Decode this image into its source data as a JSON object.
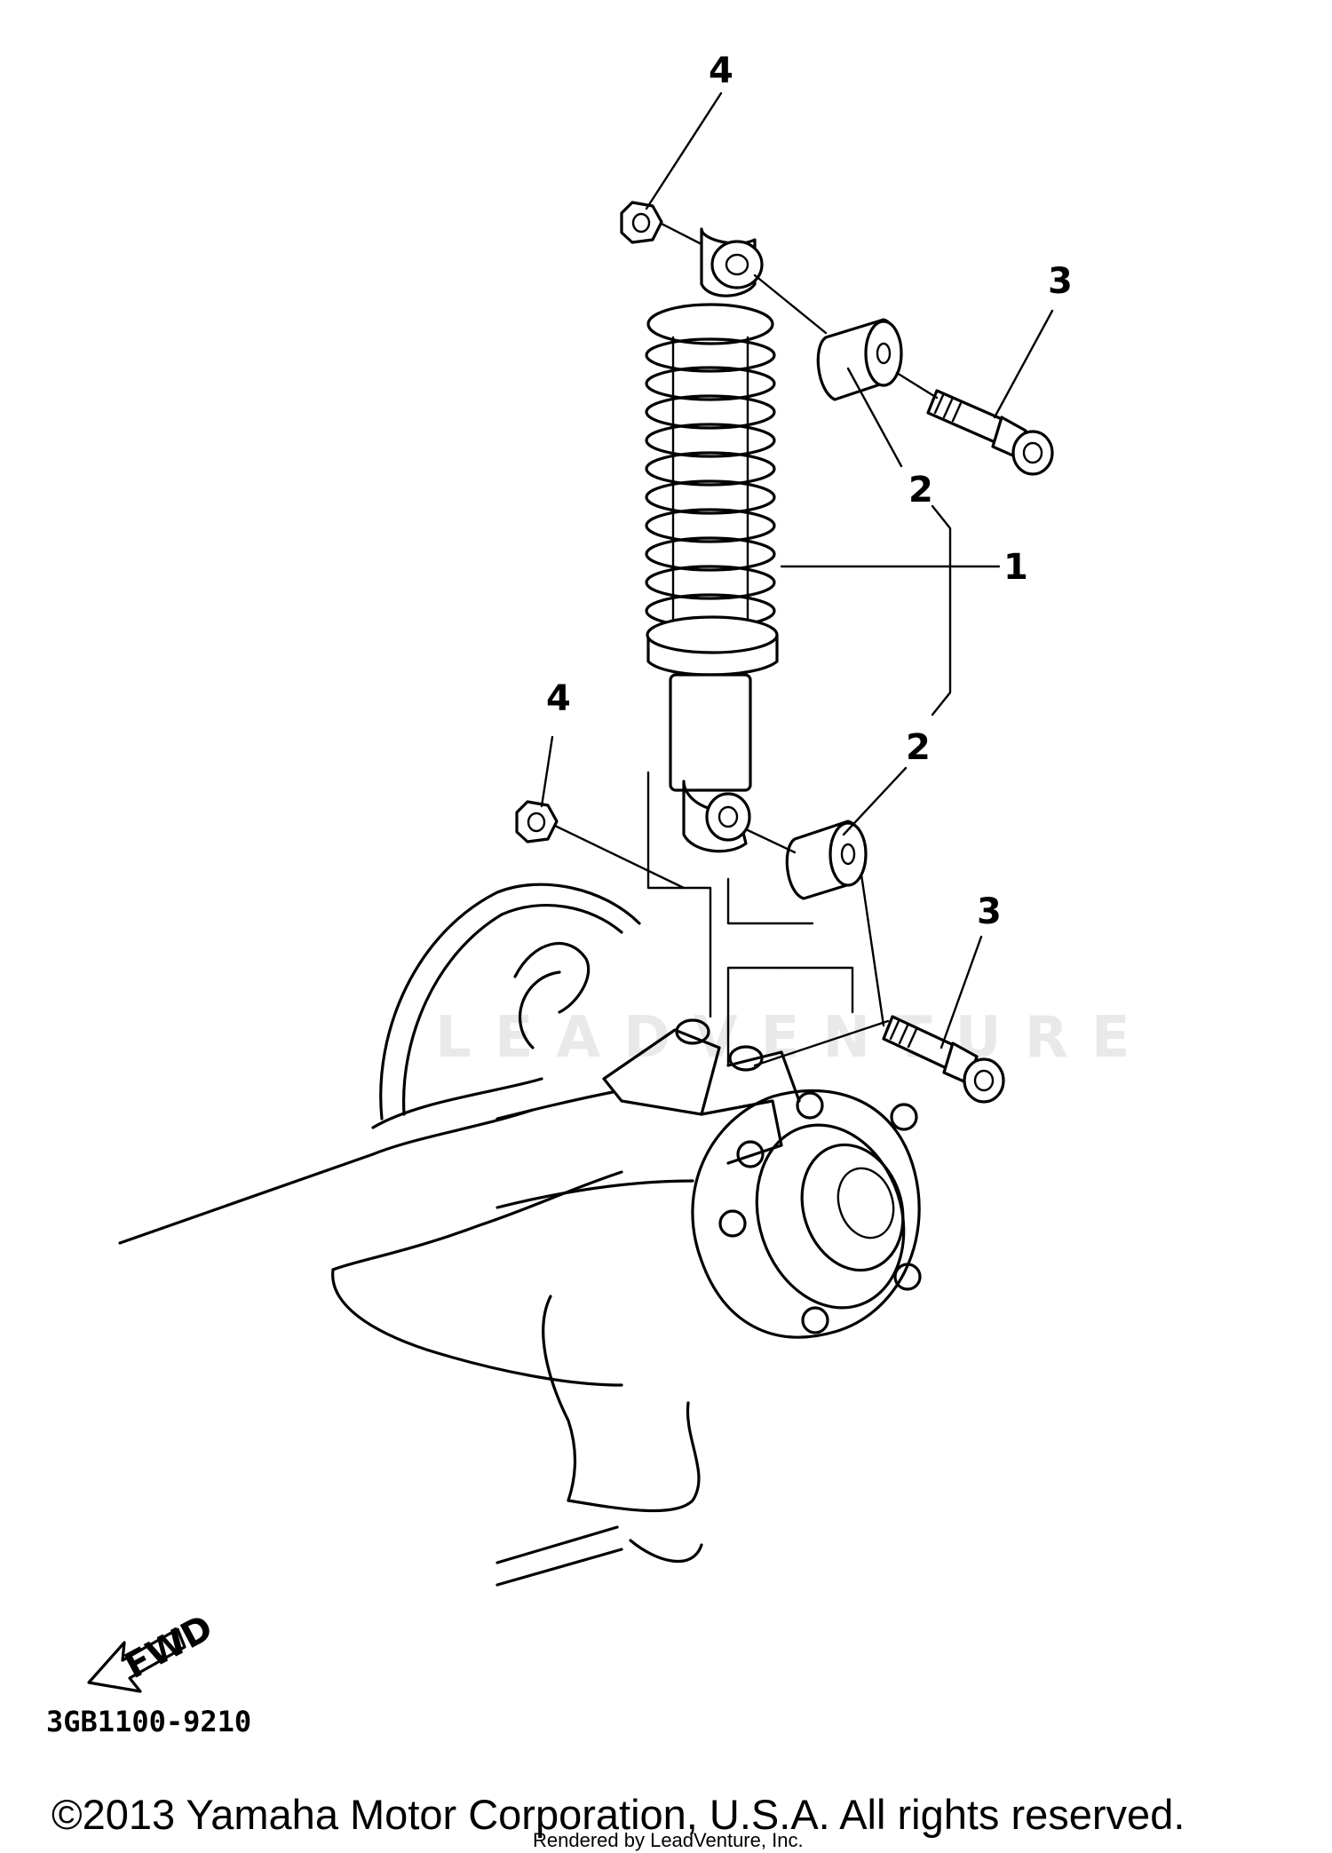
{
  "callouts": {
    "shock_absorber": "1",
    "bushing_upper": "2",
    "bushing_lower": "2",
    "bolt_upper": "3",
    "bolt_lower": "3",
    "nut_upper": "4",
    "nut_lower": "4"
  },
  "fwd_arrow": "FWD",
  "diagram_code": "3GB1100-9210",
  "copyright": "©2013 Yamaha Motor Corporation, U.S.A. All rights reserved.",
  "rendered_by": "Rendered by LeadVenture, Inc.",
  "watermark": "LEADVENTURE"
}
